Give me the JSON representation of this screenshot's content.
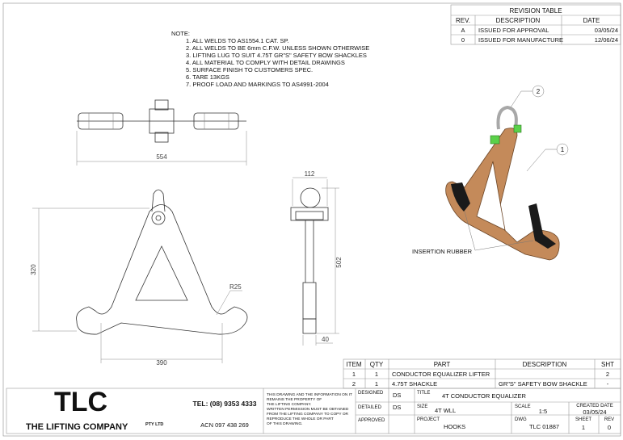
{
  "notes": {
    "heading": "NOTE:",
    "items": [
      "1. ALL WELDS TO AS1554.1 CAT. SP.",
      "2. ALL WELDS TO BE 6mm C.F.W. UNLESS SHOWN OTHERWISE",
      "3. LIFTING LUG TO SUIT 4.75T GR\"S\" SAFETY BOW SHACKLES",
      "4. ALL MATERIAL TO COMPLY WITH DETAIL DRAWINGS",
      "5. SURFACE FINISH TO CUSTOMERS SPEC.",
      "6. TARE 13KGS",
      "7. PROOF LOAD AND MARKINGS TO AS4991-2004"
    ]
  },
  "revision_table": {
    "title": "REVISION TABLE",
    "headers": [
      "REV.",
      "DESCRIPTION",
      "DATE"
    ],
    "rows": [
      [
        "A",
        "ISSUED FOR APPROVAL",
        "03/05/24"
      ],
      [
        "0",
        "ISSUED FOR MANUFACTURE",
        "12/06/24"
      ]
    ]
  },
  "dimensions": {
    "top_width": "554",
    "front_height": "320",
    "front_radius": "R25",
    "front_width": "390",
    "side_width": "112",
    "side_height": "502",
    "side_thickness": "40"
  },
  "callouts": {
    "balloon_1": "1",
    "balloon_2": "2",
    "insertion_rubber": "INSERTION RUBBER"
  },
  "colors": {
    "body": "#c48a5a",
    "rubber": "#1a1a1a",
    "shackle": "#a8a8a8",
    "nut": "#5bd14a"
  },
  "parts_table": {
    "headers": [
      "ITEM",
      "QTY",
      "PART",
      "DESCRIPTION",
      "SHT"
    ],
    "rows": [
      [
        "1",
        "1",
        "CONDUCTOR EQUALIZER LIFTER",
        "",
        "2"
      ],
      [
        "2",
        "1",
        "4.75T SHACKLE",
        "GR\"S\" SAFETY BOW SHACKLE",
        "-"
      ]
    ]
  },
  "title_block": {
    "logo": "TLC",
    "company": "THE LIFTING COMPANY",
    "company_suffix": "PTY LTD",
    "tel": "TEL: (08) 9353 4333",
    "acn": "ACN 097 438 269",
    "disclaimer": [
      "THIS DRAWING AND THE INFORMATION ON IT",
      "REMAINS THE PROPERTY OF",
      "THE LIFTING COMPANY.",
      "WRITTEN PERMISSION MUST BE OBTAINED",
      "FROM THE LIFTING COMPANY TO COPY OR",
      "REPRODUCE THE WHOLE OR PART",
      "OF THIS DRAWING."
    ],
    "designed_label": "DESIGNED",
    "designed": "DS",
    "detailed_label": "DETAILED",
    "detailed": "DS",
    "approved_label": "APPROVED",
    "approved": "",
    "title_label": "TITLE",
    "title": "4T CONDUCTOR EQUALIZER",
    "size_label": "SIZE",
    "size": "4T WLL",
    "scale_label": "SCALE",
    "scale": "1:5",
    "created_label": "CREATED DATE",
    "created": "03/05/24",
    "project_label": "PROJECT",
    "project": "HOOKS",
    "dwg_label": "DWG",
    "dwg": "TLC 01887",
    "sheet_label": "SHEET",
    "sheet": "1",
    "rev_label": "REV",
    "rev": "0"
  }
}
